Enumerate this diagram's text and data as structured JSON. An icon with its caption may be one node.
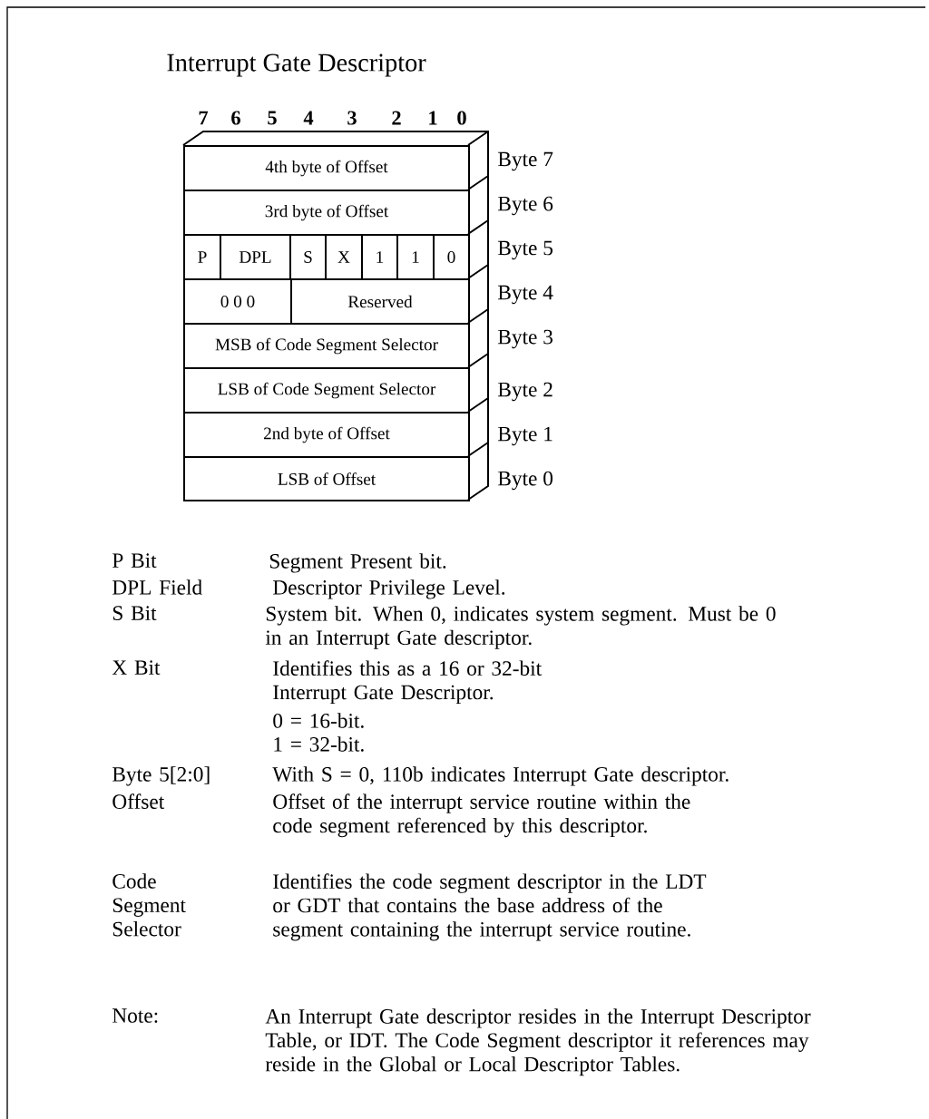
{
  "diagram": {
    "title": "Interrupt Gate Descriptor",
    "nodes": [
      {
        "text": [
          "4th byte of Offset"
        ]
      },
      {
        "text": [
          "3rd byte of Offset"
        ]
      },
      {
        "text": [
          "P"
        ]
      },
      {
        "text": [
          "DPL"
        ]
      },
      {
        "text": [
          "S"
        ]
      },
      {
        "text": [
          "X"
        ]
      },
      {
        "text": [
          "1"
        ]
      },
      {
        "text": [
          "1"
        ]
      },
      {
        "text": [
          "0"
        ]
      },
      {
        "text": [
          "0 0 0"
        ]
      },
      {
        "text": [
          "Reserved"
        ]
      },
      {
        "text": [
          "MSB of Code Segment Selector"
        ]
      },
      {
        "text": [
          "LSB of Code Segment Selector"
        ]
      },
      {
        "text": [
          "2nd byte of Offset"
        ]
      },
      {
        "text": [
          "LSB of Offset"
        ]
      }
    ],
    "edges": [],
    "labels": [
      "7",
      "6",
      "5",
      "4",
      "3",
      "2",
      "1",
      "0",
      "Byte 7",
      "Byte 6",
      "Byte 5",
      "Byte 4",
      "Byte 3",
      "Byte 2",
      "Byte 1",
      "Byte 0",
      "P Bit",
      "Segment Present bit.",
      "DPL Field",
      "Descriptor Privilege Level.",
      "S Bit",
      "System bit. When 0, indicates system segment. Must be 0 in an Interrupt Gate descriptor.",
      "X Bit",
      "Identifies this as a 16 or 32-bit Interrupt Gate Descriptor.",
      "0 = 16-bit.",
      "1 = 32-bit.",
      "Byte 5[2:0]",
      "With S = 0, 110b indicates Interrupt Gate descriptor.",
      "Offset",
      "Offset of the interrupt service routine within the code segment referenced by this descriptor.",
      "Code Segment Selector",
      "Identifies the code segment descriptor in the LDT or GDT that contains the base address of the segment containing the interrupt service routine.",
      "Note:",
      "An Interrupt Gate descriptor resides in the Interrupt Descriptor Table, or IDT. The Code Segment descriptor it references may reside in the Global or Local Descriptor Tables."
    ]
  }
}
